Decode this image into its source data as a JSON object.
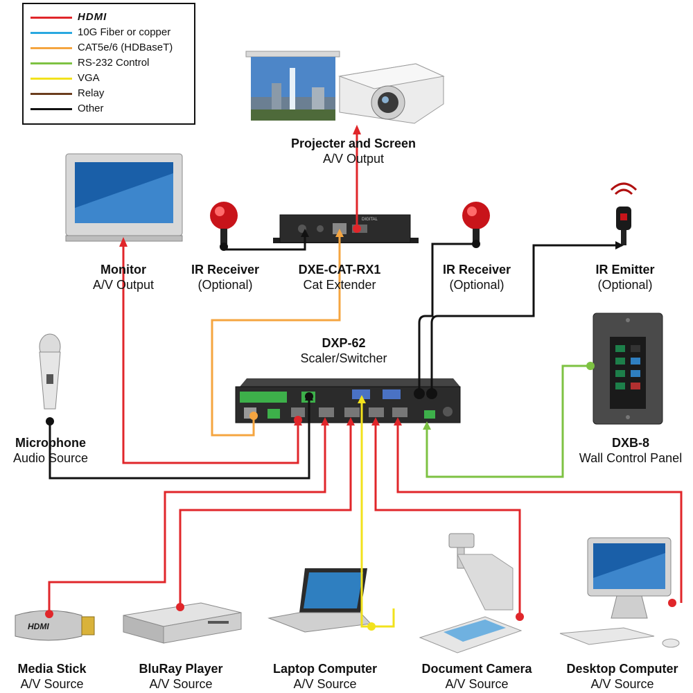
{
  "legend": {
    "items": [
      {
        "label": "HDMI",
        "color": "#e0262a"
      },
      {
        "label": "10G Fiber or copper",
        "color": "#29a8e0"
      },
      {
        "label": "CAT5e/6 (HDBaseT)",
        "color": "#f5a540"
      },
      {
        "label": "RS-232 Control",
        "color": "#7dc242"
      },
      {
        "label": "VGA",
        "color": "#f2e21c"
      },
      {
        "label": "Relay",
        "color": "#6b3d1e"
      },
      {
        "label": "Other",
        "color": "#111111"
      }
    ]
  },
  "devices": {
    "projector": {
      "title": "Projecter and Screen",
      "subtitle": "A/V Output"
    },
    "monitor": {
      "title": "Monitor",
      "subtitle": "A/V Output"
    },
    "ir_receiver_1": {
      "title": "IR Receiver",
      "subtitle": "(Optional)"
    },
    "extender": {
      "title": "DXE-CAT-RX1",
      "subtitle": "Cat Extender"
    },
    "ir_receiver_2": {
      "title": "IR Receiver",
      "subtitle": "(Optional)"
    },
    "ir_emitter": {
      "title": "IR Emitter",
      "subtitle": "(Optional)"
    },
    "switcher": {
      "title": "DXP-62",
      "subtitle": "Scaler/Switcher"
    },
    "microphone": {
      "title": "Microphone",
      "subtitle": "Audio Source"
    },
    "wall_panel": {
      "title": "DXB-8",
      "subtitle": "Wall Control Panel"
    },
    "media_stick": {
      "title": "Media Stick",
      "subtitle": "A/V Source"
    },
    "bluray": {
      "title": "BluRay Player",
      "subtitle": "A/V Source"
    },
    "laptop": {
      "title": "Laptop Computer",
      "subtitle": "A/V Source"
    },
    "doc_camera": {
      "title": "Document Camera",
      "subtitle": "A/V Source"
    },
    "desktop": {
      "title": "Desktop Computer",
      "subtitle": "A/V Source"
    }
  },
  "badges": {
    "media_stick_logo": "HDMI",
    "extender_brand": "DIGITAL"
  },
  "colors": {
    "hdmi": "#e0262a",
    "cat": "#f5a540",
    "rs232": "#7dc242",
    "vga": "#f2e21c",
    "other": "#111111",
    "device_dark": "#2b2b2b",
    "ir_red": "#c8141a"
  }
}
